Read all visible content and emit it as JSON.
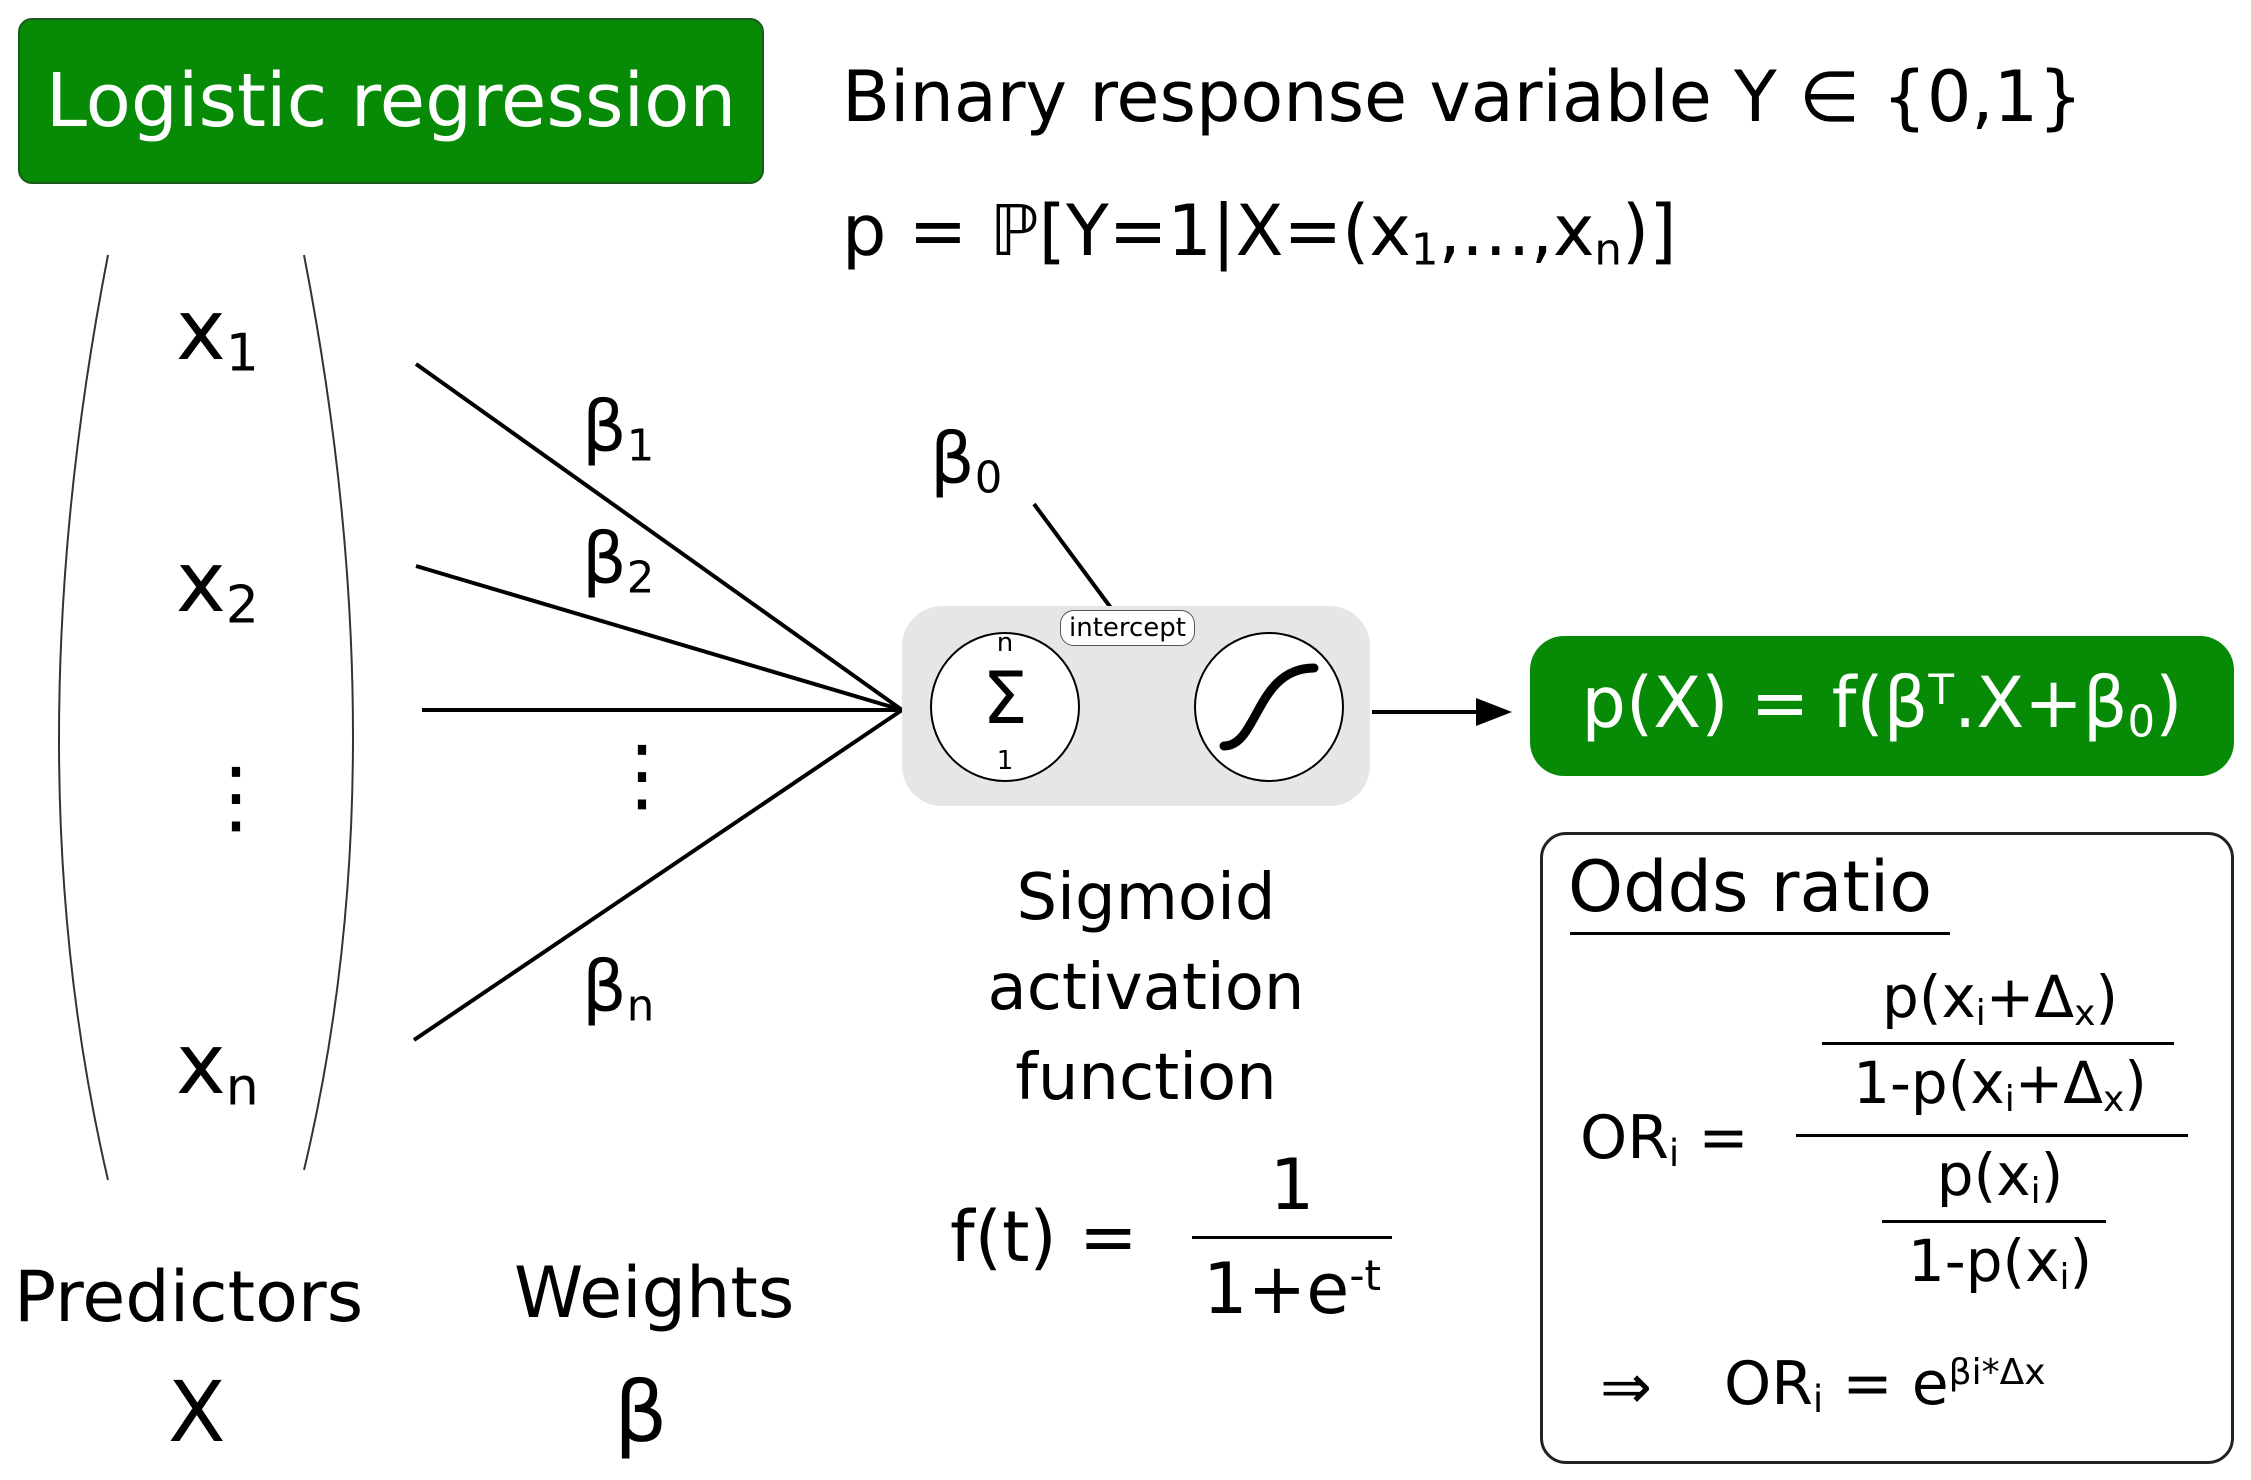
{
  "title": "Logistic regression",
  "header": {
    "response_text": "Binary response variable Y",
    "element_of": "∈",
    "set": "{0,1}",
    "prob_lhs": "p = ℙ[Y=1|X=(x",
    "prob_sub1": "1",
    "prob_mid": ",…,x",
    "prob_subn": "n",
    "prob_end": ")]"
  },
  "predictors": {
    "items": [
      {
        "base": "x",
        "sub": "1"
      },
      {
        "base": "x",
        "sub": "2"
      },
      {
        "base": "x",
        "sub": "n"
      }
    ],
    "label": "Predictors",
    "symbol": "X"
  },
  "weights": {
    "items": [
      {
        "base": "β",
        "sub": "1"
      },
      {
        "base": "β",
        "sub": "2"
      },
      {
        "base": "β",
        "sub": "n"
      }
    ],
    "label": "Weights",
    "symbol": "β"
  },
  "dots": "⋮",
  "intercept": {
    "base": "β",
    "sub": "0",
    "tag": "intercept"
  },
  "summation": {
    "symbol": "Σ",
    "upper": "n",
    "lower": "1"
  },
  "activation": {
    "label_line1": "Sigmoid",
    "label_line2": "activation",
    "label_line3": "function",
    "lhs": "f(t) =",
    "numerator": "1",
    "denominator_base": "1+e",
    "denominator_sup": "-t"
  },
  "result": {
    "text_a": "p(X) = f(β",
    "sup": "T",
    "text_b": ".X+β",
    "sub": "0",
    "text_c": ")"
  },
  "odds": {
    "title": "Odds ratio",
    "lhs_base": "OR",
    "lhs_sub": "i",
    "equals": "=",
    "num_top_a": "p(x",
    "num_top_sub": "i",
    "num_top_b": "+Δ",
    "num_top_sub2": "x",
    "num_top_c": ")",
    "num_bot_a": "1-p(x",
    "num_bot_sub": "i",
    "num_bot_b": "+Δ",
    "num_bot_sub2": "x",
    "num_bot_c": ")",
    "den_top_a": "p(x",
    "den_top_sub": "i",
    "den_top_c": ")",
    "den_bot_a": "1-p(x",
    "den_bot_sub": "i",
    "den_bot_c": ")",
    "implies": "⇒",
    "result_lhs_base": "OR",
    "result_lhs_sub": "i",
    "result_eq": "= e",
    "result_exp": "βi*Δx"
  }
}
